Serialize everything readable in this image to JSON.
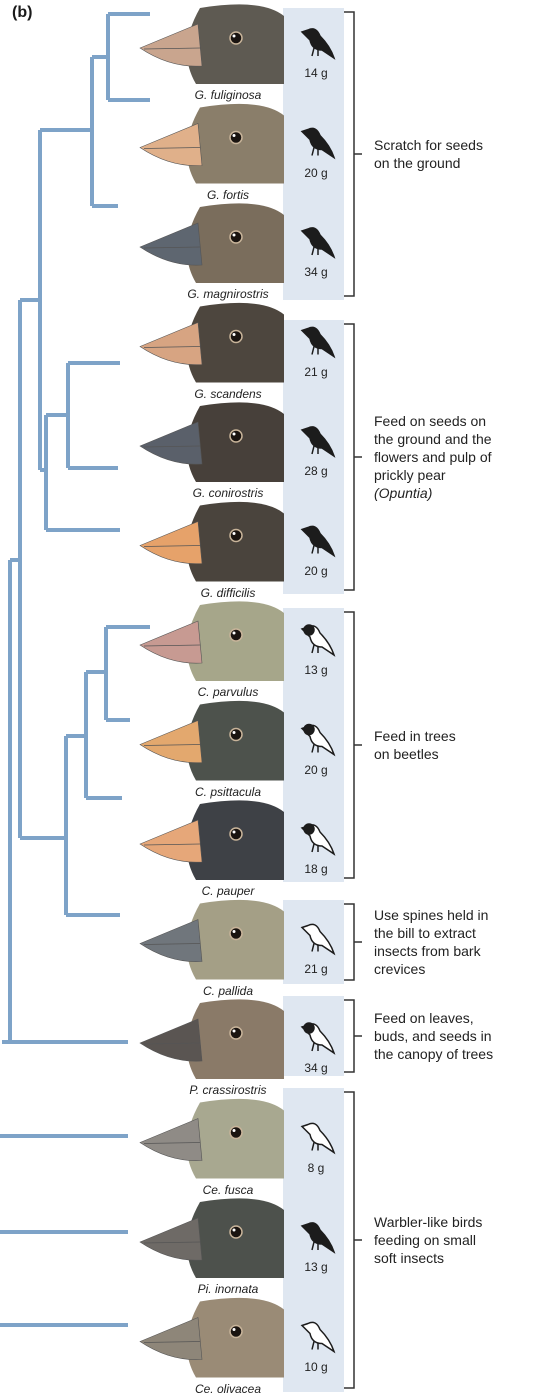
{
  "panel_label": "(b)",
  "colors": {
    "tree": "#7ea3c8",
    "panel": "#dfe7f1",
    "bracket": "#333333",
    "silhouette_dark": "#1c1c1c"
  },
  "species": [
    {
      "name": "G. fuliginosa",
      "mass": "14 g",
      "head_color": "#5e5a52",
      "beak_color": "#c9a58e",
      "silhouette": "dark"
    },
    {
      "name": "G. fortis",
      "mass": "20 g",
      "head_color": "#8a7e6a",
      "beak_color": "#e0b08a",
      "silhouette": "dark"
    },
    {
      "name": "G. magnirostris",
      "mass": "34 g",
      "head_color": "#7a6d5c",
      "beak_color": "#5e6670",
      "silhouette": "dark"
    },
    {
      "name": "G. scandens",
      "mass": "21 g",
      "head_color": "#4d463e",
      "beak_color": "#d7a482",
      "silhouette": "dark"
    },
    {
      "name": "G. conirostris",
      "mass": "28 g",
      "head_color": "#47403a",
      "beak_color": "#5a606a",
      "silhouette": "dark"
    },
    {
      "name": "G. difficilis",
      "mass": "20 g",
      "head_color": "#4a443d",
      "beak_color": "#e6a26a",
      "silhouette": "dark"
    },
    {
      "name": "C. parvulus",
      "mass": "13 g",
      "head_color": "#a6a68a",
      "beak_color": "#c79a92",
      "silhouette": "pied"
    },
    {
      "name": "C. psittacula",
      "mass": "20 g",
      "head_color": "#4d524c",
      "beak_color": "#e3a86e",
      "silhouette": "pied"
    },
    {
      "name": "C. pauper",
      "mass": "18 g",
      "head_color": "#3e4146",
      "beak_color": "#e6a779",
      "silhouette": "pied"
    },
    {
      "name": "C. pallida",
      "mass": "21 g",
      "head_color": "#a49f86",
      "beak_color": "#70767c",
      "silhouette": "light"
    },
    {
      "name": "P. crassirostris",
      "mass": "34 g",
      "head_color": "#8a7a68",
      "beak_color": "#5a5552",
      "silhouette": "pied"
    },
    {
      "name": "Ce. fusca",
      "mass": "8 g",
      "head_color": "#a8a890",
      "beak_color": "#8f8b86",
      "silhouette": "light"
    },
    {
      "name": "Pi. inornata",
      "mass": "13 g",
      "head_color": "#4d514c",
      "beak_color": "#6e6a66",
      "silhouette": "dark"
    },
    {
      "name": "Ce. olivacea",
      "mass": "10 g",
      "head_color": "#9a8b76",
      "beak_color": "#8e8679",
      "silhouette": "light"
    }
  ],
  "diet_groups": [
    {
      "first": 0,
      "last": 2,
      "lines": [
        "Scratch for seeds",
        "on the ground"
      ]
    },
    {
      "first": 3,
      "last": 5,
      "lines": [
        "Feed on seeds on",
        "the ground and the",
        "flowers and pulp of",
        "prickly pear",
        "(Opuntia)"
      ],
      "italic_line": 4
    },
    {
      "first": 6,
      "last": 8,
      "lines": [
        "Feed in trees",
        "on beetles"
      ]
    },
    {
      "first": 9,
      "last": 9,
      "lines": [
        "Use spines held in",
        "the bill to extract",
        "insects from bark",
        "crevices"
      ]
    },
    {
      "first": 10,
      "last": 10,
      "lines": [
        "Feed on leaves,",
        "buds, and seeds in",
        "the canopy of trees"
      ]
    },
    {
      "first": 11,
      "last": 13,
      "lines": [
        "Warbler-like birds",
        "feeding on small",
        "soft insects"
      ]
    }
  ]
}
